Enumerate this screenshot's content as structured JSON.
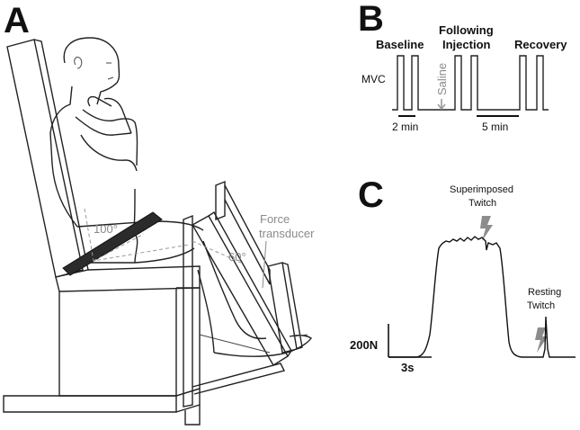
{
  "panels": {
    "a": {
      "letter": "A",
      "angle_hip": "100°",
      "angle_knee": "60°",
      "force_label_1": "Force",
      "force_label_2": "transducer"
    },
    "b": {
      "letter": "B",
      "baseline": "Baseline",
      "following_1": "Following",
      "following_2": "Injection",
      "recovery": "Recovery",
      "mvc": "MVC",
      "saline": "Saline",
      "scale_2min": "2 min",
      "scale_5min": "5 min"
    },
    "c": {
      "letter": "C",
      "superimposed_1": "Superimposed",
      "superimposed_2": "Twitch",
      "resting_1": "Resting",
      "resting_2": "Twitch",
      "scale_force": "200N",
      "scale_time": "3s"
    }
  },
  "colors": {
    "ink": "#111111",
    "gray_label": "#8a8a8a",
    "belt": "#2b2b2b",
    "bolt": "#8c8c8c"
  }
}
